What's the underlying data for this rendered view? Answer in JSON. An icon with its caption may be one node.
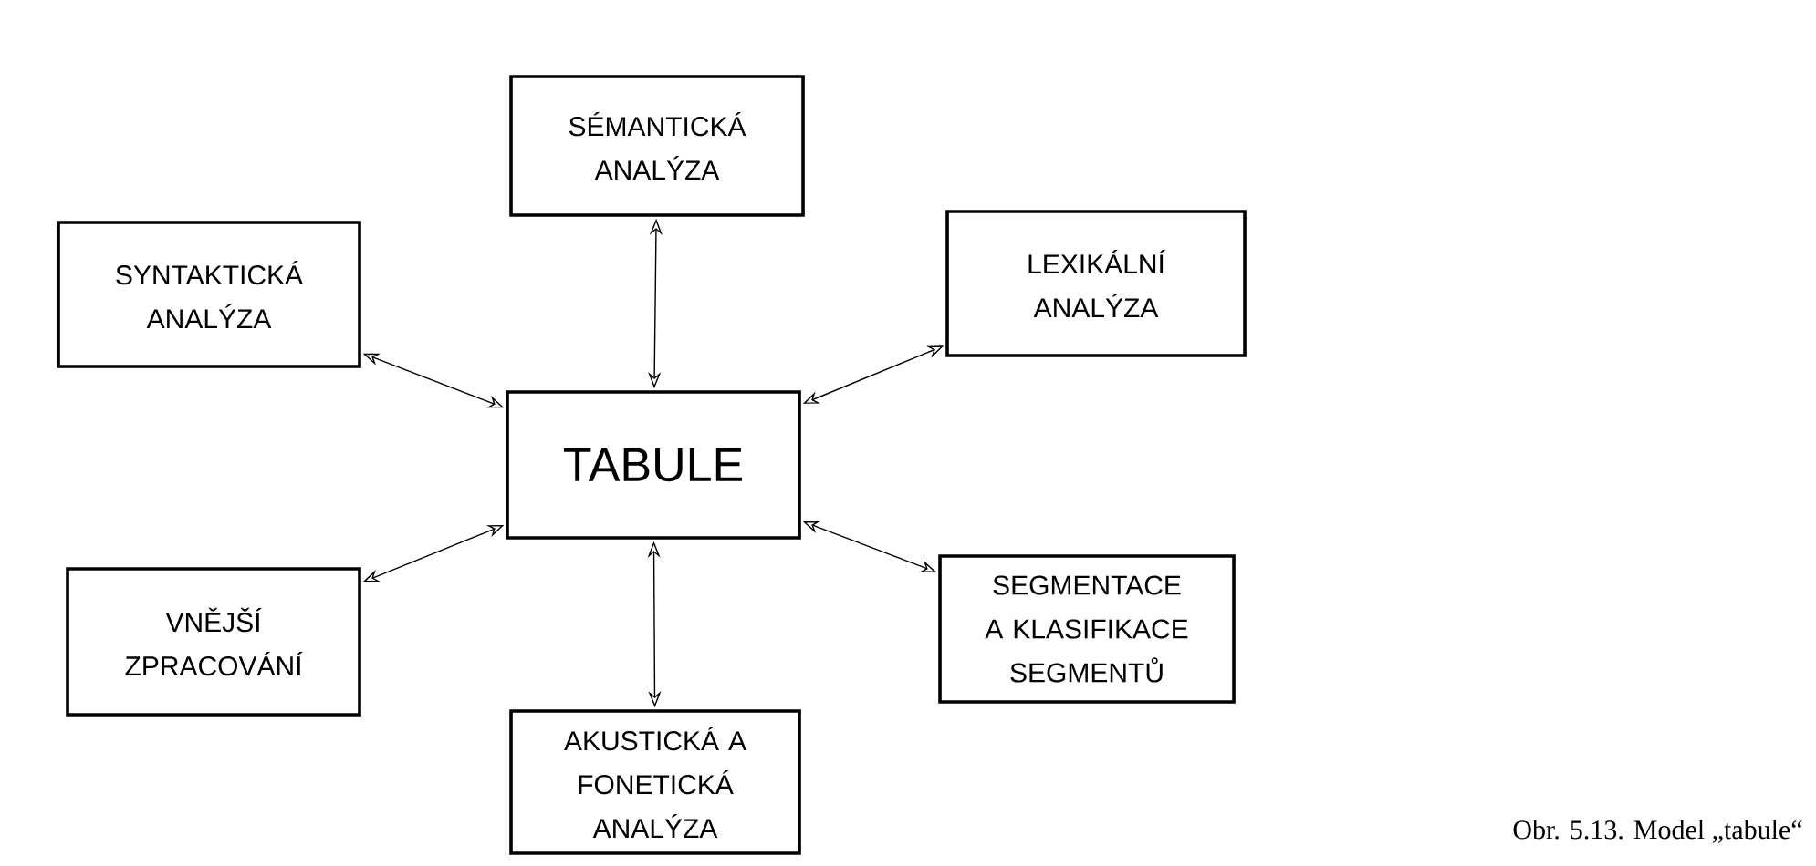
{
  "diagram": {
    "caption": "Obr. 5.13. Model „tabule“",
    "nodes": [
      {
        "text": [
          "SÉMANTICKÁ ANALÝZA"
        ]
      },
      {
        "text": [
          "SYNTAKTICKÁ ANALÝZA"
        ]
      },
      {
        "text": [
          "LEXIKÁLNÍ ANALÝZA"
        ]
      },
      {
        "text": [
          "TABULE"
        ]
      },
      {
        "text": [
          "VNĚJŠÍ ZPRACOVÁNÍ"
        ]
      },
      {
        "text": [
          "SEGMENTACE A KLASIFIKACE SEGMENTŮ"
        ]
      },
      {
        "text": [
          "AKUSTICKÁ A FONETICKÁ ANALÝZA"
        ]
      }
    ],
    "edges": [
      {
        "from": 3,
        "to": 0,
        "arrow": "both"
      },
      {
        "from": 3,
        "to": 1,
        "arrow": "both"
      },
      {
        "from": 3,
        "to": 2,
        "arrow": "both"
      },
      {
        "from": 3,
        "to": 4,
        "arrow": "both"
      },
      {
        "from": 3,
        "to": 5,
        "arrow": "both"
      },
      {
        "from": 3,
        "to": 6,
        "arrow": "both"
      }
    ]
  }
}
